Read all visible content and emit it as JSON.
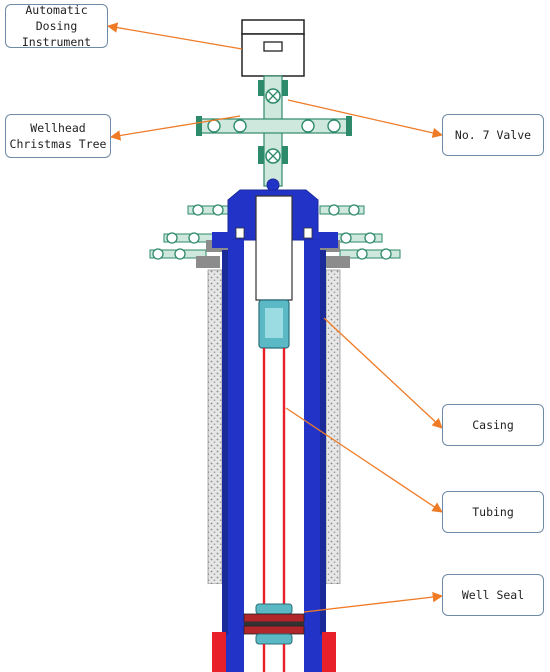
{
  "labels": {
    "dosing": "Automatic Dosing\nInstrument",
    "wellhead": "Wellhead\nChristmas Tree",
    "valve": "No. 7 Valve",
    "casing": "Casing",
    "tubing": "Tubing",
    "seal": "Well Seal"
  },
  "colors": {
    "casing": "#2233c8",
    "casing_dark": "#1a2a99",
    "cement": "#d8d8d8",
    "tubing_line": "#e8202a",
    "tree_green": "#2d8a6a",
    "leader": "#ef7b27",
    "box_border": "#6f8aa6"
  }
}
